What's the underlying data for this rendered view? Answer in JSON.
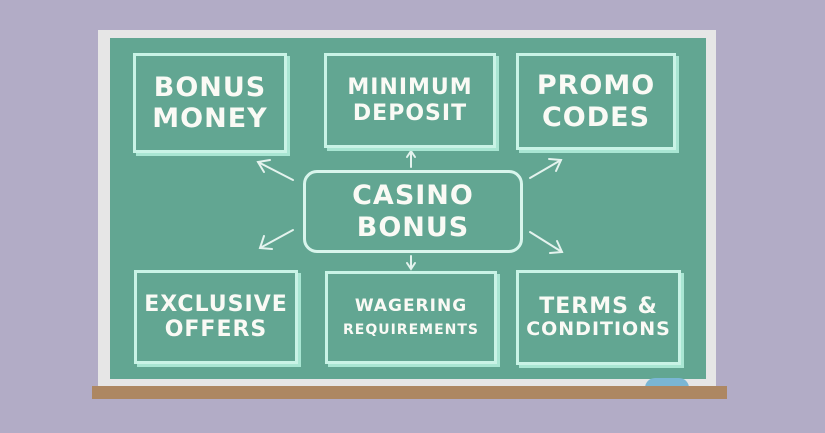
{
  "diagram": {
    "title": "Casino Bonus",
    "center": {
      "line1": "CASINO",
      "line2": "BONUS"
    },
    "nodes": [
      {
        "id": "bonus-money",
        "line1": "BONUS",
        "line2": "MONEY"
      },
      {
        "id": "minimum-deposit",
        "line1": "MINIMUM",
        "line2": "DEPOSIT"
      },
      {
        "id": "promo-codes",
        "line1": "PROMO",
        "line2": "CODES"
      },
      {
        "id": "exclusive-offers",
        "line1": "EXCLUSIVE",
        "line2": "OFFERS"
      },
      {
        "id": "wagering-requirements",
        "line1": "WAGERING",
        "line2": "REQUIREMENTS"
      },
      {
        "id": "terms-conditions",
        "line1": "TERMS &",
        "line2": "CONDITIONS"
      }
    ]
  },
  "colors": {
    "background": "#b2acc6",
    "board": "#62a692",
    "frame": "#e6e6e6",
    "chalk": "#fafaf5",
    "box_border": "#c9f3e6",
    "ledge": "#ad8762",
    "eraser": "#7ab6d4"
  }
}
